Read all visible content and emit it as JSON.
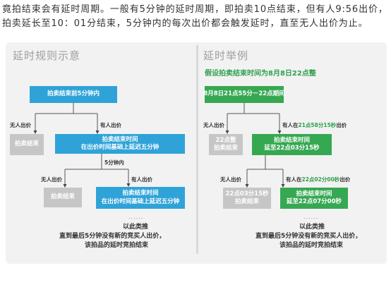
{
  "article": {
    "line1": "竟拍结束会有延时周期。一般有5分钟的延时周期，即拍卖10点结束，但有人9:56出价，",
    "line2": "拍卖延长至10：01分结束，5分钟内的每次出价都会触发延时，直至无人出价为止。"
  },
  "left": {
    "title": "延时规则示意",
    "start_box": "拍卖结束前5分钟内",
    "branch1": {
      "no_bid": "无人出价",
      "bid": "有人出价",
      "end_box": "拍卖结束",
      "extend_box": {
        "line1": "拍卖结束时间",
        "line2": "在出价时间基础上延迟五分钟"
      }
    },
    "interval": "5分钟内",
    "branch2": {
      "no_bid": "无人出价",
      "bid": "有人出价",
      "end_box": "拍卖结束",
      "extend_box": {
        "line1": "拍卖结束时间",
        "line2": "在出价时间基础上延迟五分钟"
      }
    },
    "dots": "......",
    "etc": "以此类推",
    "conclusion": {
      "line1": "直到最后5分钟没有新的竞买人出价，",
      "line2": "该拍品的延时竞拍结束"
    }
  },
  "right": {
    "title": "延时举例",
    "assumption": "假设拍卖结束时间为8月8日22点整",
    "start_box": "8月8日21点55分－22点期间",
    "branch1": {
      "no_bid": "无人出价",
      "bid_prefix": "有人在",
      "bid_time": "21点58分15秒",
      "bid_suffix": "出价",
      "end_box": {
        "line1": "22点整",
        "line2": "拍卖结束"
      },
      "extend_box": {
        "line1": "拍卖结束时间",
        "line2": "延至22点03分15秒"
      }
    },
    "branch2": {
      "no_bid": "无人出价",
      "bid_prefix": "有人在",
      "bid_time": "22点02分00秒",
      "bid_suffix": "出价",
      "end_box": {
        "line1": "22点03分15秒",
        "line2": "拍卖结束"
      },
      "extend_box": {
        "line1": "拍卖结束时间",
        "line2": "延至22点07分00秒"
      }
    },
    "dots": "......",
    "etc": "以此类推",
    "conclusion": {
      "line1": "直到最后5分钟没有新的竞买人出价，",
      "line2": "该拍品的延时竞拍结束"
    }
  },
  "colors": {
    "rule_box": "#2fa3d8",
    "example_box": "#36a852",
    "end_box": "#c6c6c6",
    "highlight_text": "#2e9f4e"
  }
}
